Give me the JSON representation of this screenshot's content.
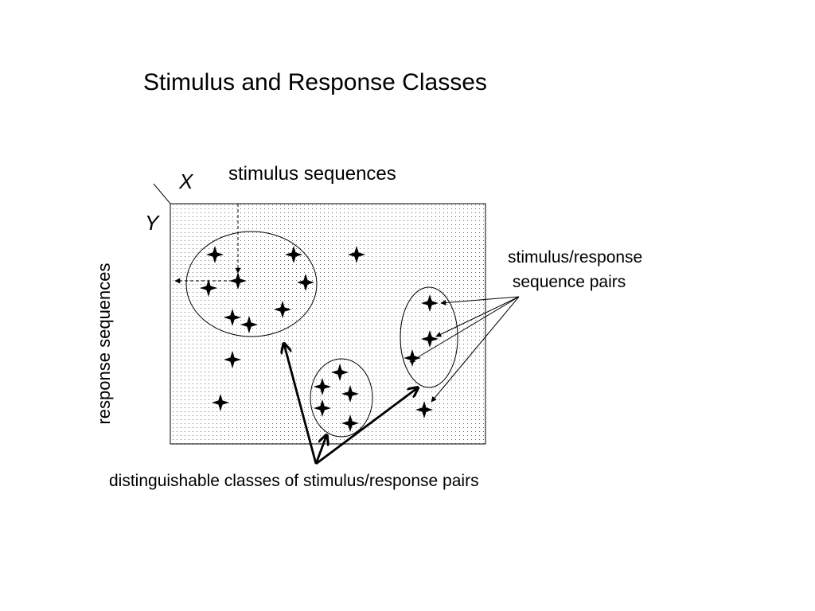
{
  "diagram": {
    "title": "Stimulus and Response Classes",
    "top_axis_label": "stimulus sequences",
    "x_symbol": "X",
    "y_symbol": "Y",
    "side_axis_label": "response sequences",
    "pairs_label": "stimulus/response\n sequence pairs",
    "classes_label": "distinguishable classes of stimulus/response pairs"
  }
}
